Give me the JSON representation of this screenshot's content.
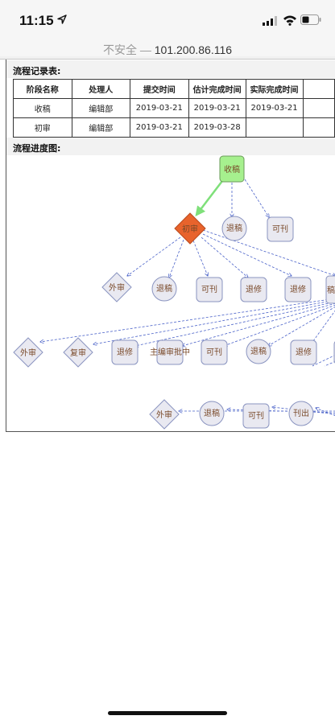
{
  "status": {
    "time": "11:15"
  },
  "address": {
    "insecure_label": "不安全 —",
    "host": "101.200.86.116"
  },
  "record": {
    "title": "流程记录表:",
    "headers": [
      "阶段名称",
      "处理人",
      "提交时间",
      "估计完成时间",
      "实际完成时间"
    ],
    "rows": [
      [
        "收稿",
        "编辑部",
        "2019-03-21",
        "2019-03-21",
        "2019-03-21"
      ],
      [
        "初审",
        "编辑部",
        "2019-03-21",
        "2019-03-28",
        ""
      ]
    ]
  },
  "flow": {
    "title": "流程进度图:",
    "colors": {
      "done": "#a6f08e",
      "current": "#e8632c",
      "pending": "#e9e9f1",
      "edge": "#4a62c9",
      "active_edge": "#7fe07a"
    },
    "nodes": {
      "n_receive": "收稿",
      "n_first": "初审",
      "n_reject1": "退稿",
      "n_pub1": "可刊",
      "n_ext1": "外审",
      "n_reject2": "退稿",
      "n_pub2": "可刊",
      "n_rev1": "退修",
      "n_rev2": "退修",
      "n_cut1": "稿",
      "n_ext2": "外审",
      "n_re": "复审",
      "n_rev3": "退修",
      "n_chief": "主编审批中",
      "n_pub3": "可刊",
      "n_reject3": "退稿",
      "n_rev4": "退修",
      "n_ext3": "外审",
      "n_reject4": "退稿",
      "n_pub4": "可刊",
      "n_print": "刊出"
    }
  }
}
